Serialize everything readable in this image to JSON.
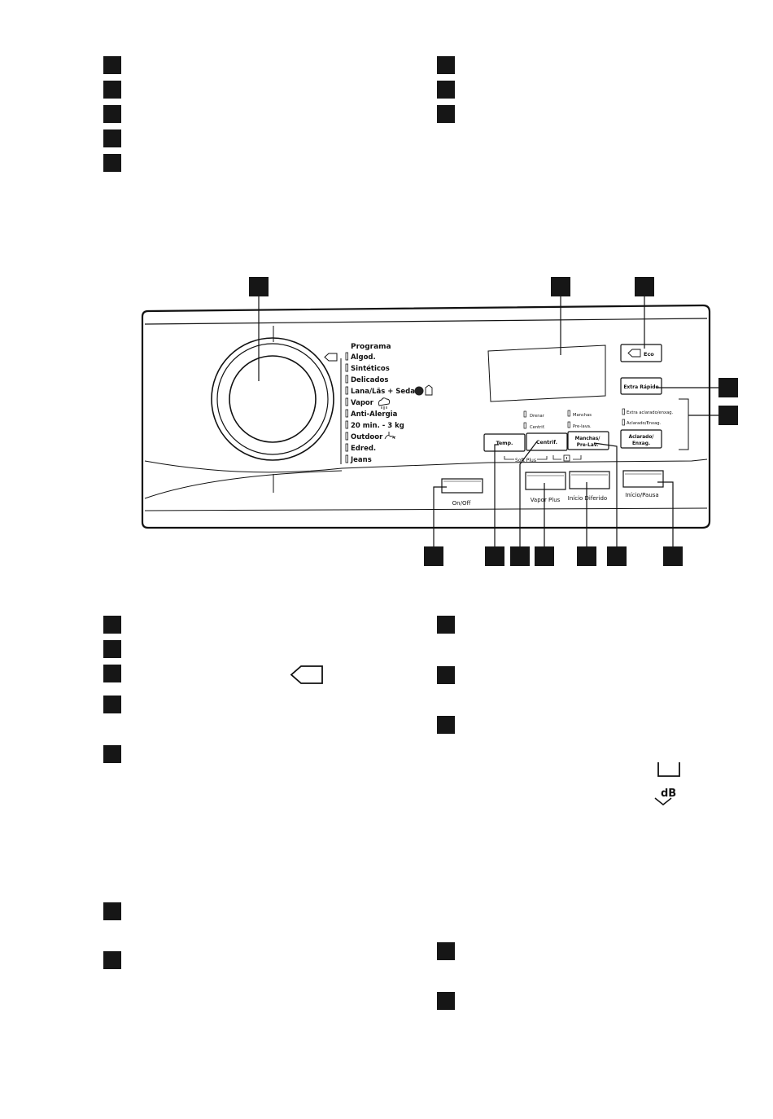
{
  "panel": {
    "program_header": "Programa",
    "programs": [
      "Algod.",
      "Sintéticos",
      "Delicados",
      "Lana/Lãs + Seda",
      "Vapor",
      "Anti-Alergia",
      "20 min. - 3 kg",
      "Outdoor",
      "Edred.",
      "Jeans"
    ],
    "buttons": {
      "eco": "Eco",
      "extra_rapido": "Extra Rápido",
      "temp": "Temp.",
      "centrif": "Centrif.",
      "manchas_line1": "Manchas/",
      "manchas_line2": "Pre-Lav.",
      "aclarado_line1": "Aclarado/",
      "aclarado_line2": "Enxag.",
      "on_off": "On/Off",
      "vapor_plus": "Vapor Plus",
      "inicio_diferido": "Início Diferido",
      "inicio_pausa": "Início/Pausa"
    },
    "indicators": {
      "drenar": "Drenar",
      "centrif": "Centrif.",
      "manchas": "Manchas",
      "prelava": "Pre-lava.",
      "extra_aclarado": "Extra aclarado/enxag.",
      "aclarado": "Aclarado/Enxag."
    },
    "soft_plus": "Soft Plus",
    "db_symbol": "dB"
  },
  "icons": [
    "eco-tag-icon",
    "wool-silk-icon",
    "steam-icon",
    "outdoor-icon",
    "lock-icon",
    "tray-icon",
    "chevron-down-icon"
  ]
}
